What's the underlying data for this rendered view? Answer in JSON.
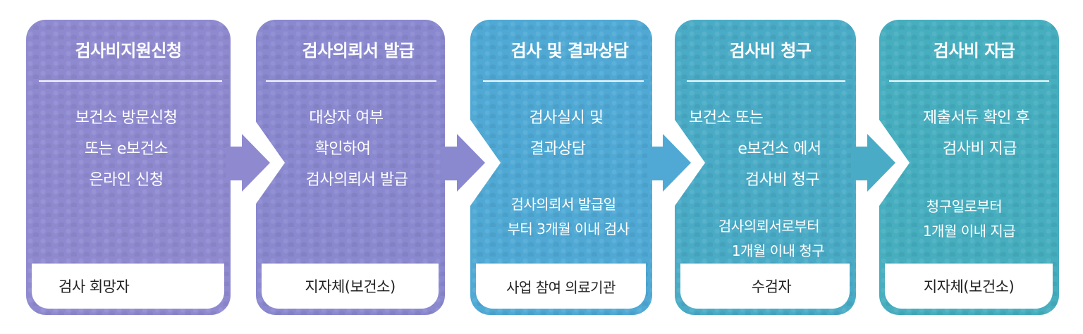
{
  "steps": [
    {
      "title": "검사비지원신청",
      "body": [
        "보건소 방문신청",
        "또는 e보건소",
        "은라인 신청"
      ],
      "note": [],
      "actor": "검사 회망자",
      "color": "#8f8ad0"
    },
    {
      "title": "검사의뢰서 발급",
      "body": [
        "대상자 여부",
        "확인하여",
        "검사의뢰서 발급"
      ],
      "note": [],
      "actor": "지자체(보건소)",
      "color": "#8a88cf"
    },
    {
      "title": "검사 및 결과상담",
      "body": [
        "검사실시 및",
        "결과상담"
      ],
      "note": [
        "검사의뢰서 발급일",
        "부터 3개월 이내 검사"
      ],
      "actor": "사업 참여 의료기관",
      "color": "#4fa9d4"
    },
    {
      "title": "검사비 청구",
      "body": [
        "보건소 또는",
        "e보건소 에서",
        "검사비 청구"
      ],
      "note": [
        "검사의뢰서로부터",
        "1개월 이내 청구"
      ],
      "actor": "수검자",
      "color": "#4aabc6"
    },
    {
      "title": "검사비 자급",
      "body": [
        "제출서듀 확인 후",
        "검사비 지급"
      ],
      "note": [
        "청구일로부터",
        "1개월 이내 지급"
      ],
      "actor": "지자체(보건소)",
      "color": "#46aebf"
    }
  ],
  "arrows": [
    {
      "from": 1,
      "to": 2,
      "color": "#8f8ad0",
      "icon": "chevron-arrow-right"
    },
    {
      "from": 2,
      "to": 3,
      "color": "#8a88cf",
      "icon": "chevron-arrow-right"
    },
    {
      "from": 3,
      "to": 4,
      "color": "#4fa9d4",
      "icon": "chevron-arrow-right"
    },
    {
      "from": 4,
      "to": 5,
      "color": "#4aabc6",
      "icon": "chevron-arrow-right"
    }
  ]
}
